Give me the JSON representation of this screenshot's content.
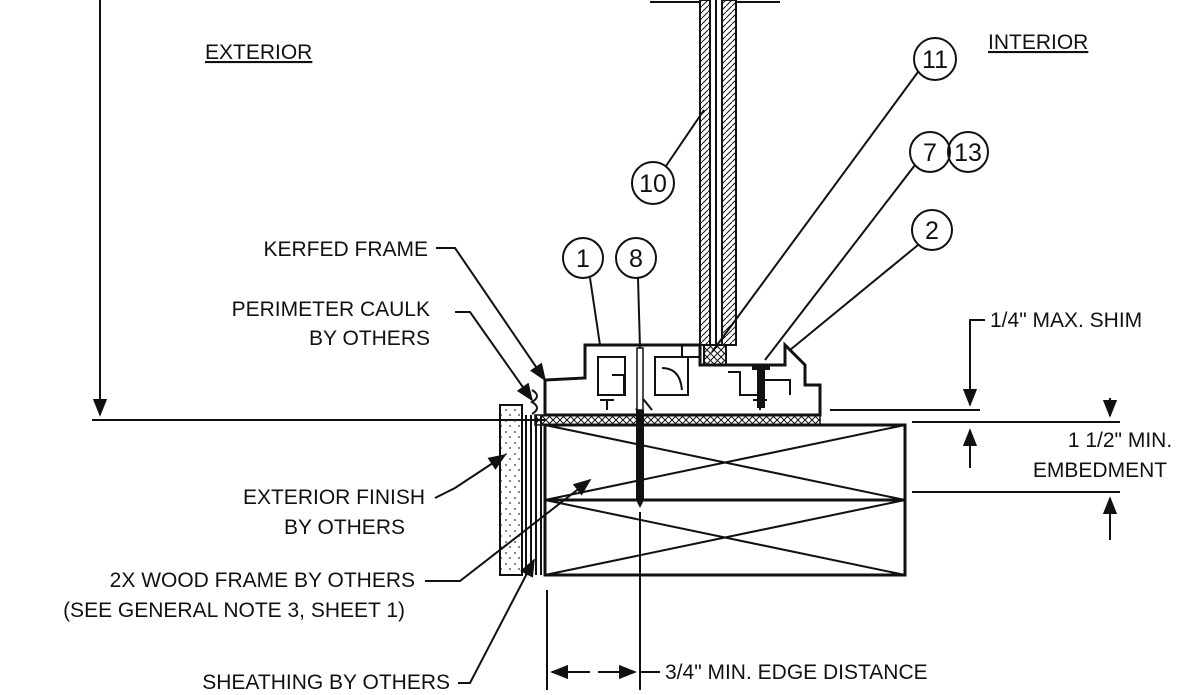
{
  "sides": {
    "exterior": "EXTERIOR",
    "interior": "INTERIOR"
  },
  "callouts": {
    "c1": "1",
    "c2": "2",
    "c7": "7",
    "c8": "8",
    "c10": "10",
    "c11": "11",
    "c13": "13"
  },
  "labels": {
    "kerfed_frame": "KERFED FRAME",
    "perimeter_caulk_1": "PERIMETER CAULK",
    "perimeter_caulk_2": "BY OTHERS",
    "exterior_finish_1": "EXTERIOR FINISH",
    "exterior_finish_2": "BY OTHERS",
    "wood_frame_1": "2X WOOD FRAME BY OTHERS",
    "wood_frame_2": "(SEE GENERAL NOTE 3, SHEET 1)",
    "sheathing": "SHEATHING BY OTHERS",
    "max_shim": "1/4\" MAX. SHIM",
    "embedment_1": "1 1/2\" MIN.",
    "embedment_2": "EMBEDMENT",
    "edge_distance": "3/4\" MIN. EDGE DISTANCE"
  }
}
